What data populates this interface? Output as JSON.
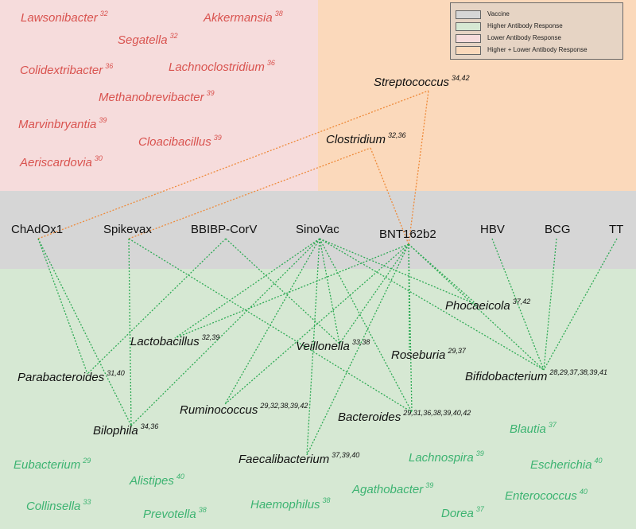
{
  "colors": {
    "vaccine": "#d6d6d6",
    "higher": "#d6e8d3",
    "lower": "#f6dcdc",
    "both": "#fbd9bb",
    "higher_text": "#3cb371",
    "lower_text": "#d9534f",
    "higher_line": "#2eaa55",
    "both_line": "#ee8a3a"
  },
  "legend": {
    "vaccine": "Vaccine",
    "higher": "Higher Antibody Response",
    "lower": "Lower Antibody Response",
    "both": "Higher + Lower Antibody Response"
  },
  "vaccines": {
    "chadox1": "ChAdOx1",
    "spikevax": "Spikevax",
    "bbibp": "BBIBP-CorV",
    "sinovac": "SinoVac",
    "bnt": "BNT162b2",
    "hbv": "HBV",
    "bcg": "BCG",
    "tt": "TT"
  },
  "lower_only": {
    "lawsonibacter": {
      "name": "Lawsonibacter",
      "refs": "32"
    },
    "akkermansia": {
      "name": "Akkermansia",
      "refs": "38"
    },
    "segatella": {
      "name": "Segatella",
      "refs": "32"
    },
    "colidextribacter": {
      "name": "Colidextribacter",
      "refs": "36"
    },
    "lachnoclostridium": {
      "name": "Lachnoclostridium",
      "refs": "36"
    },
    "methanobrevibacter": {
      "name": "Methanobrevibacter",
      "refs": "39"
    },
    "marvinbryantia": {
      "name": "Marvinbryantia",
      "refs": "39"
    },
    "cloacibacillus": {
      "name": "Cloacibacillus",
      "refs": "39"
    },
    "aeriscardovia": {
      "name": "Aeriscardovia",
      "refs": "30"
    }
  },
  "both": {
    "streptococcus": {
      "name": "Streptococcus",
      "refs": "34,42"
    },
    "clostridium": {
      "name": "Clostridium",
      "refs": "32,36"
    }
  },
  "higher_linked": {
    "phocaeicola": {
      "name": "Phocaeicola",
      "refs": "37,42"
    },
    "lactobacillus": {
      "name": "Lactobacillus",
      "refs": "32,39"
    },
    "veillonella": {
      "name": "Veillonella",
      "refs": "33,38"
    },
    "roseburia": {
      "name": "Roseburia",
      "refs": "29,37"
    },
    "parabacteroides": {
      "name": "Parabacteroides",
      "refs": "31,40"
    },
    "bifidobacterium": {
      "name": "Bifidobacterium",
      "refs": "28,29,37,38,39,41"
    },
    "ruminococcus": {
      "name": "Ruminococcus",
      "refs": "29,32,38,39,42"
    },
    "bacteroides": {
      "name": "Bacteroides",
      "refs": "29,31,36,38,39,40,42"
    },
    "bilophila": {
      "name": "Bilophila",
      "refs": "34,36"
    },
    "faecalibacterium": {
      "name": "Faecalibacterium",
      "refs": "37,39,40"
    }
  },
  "higher_only": {
    "blautia": {
      "name": "Blautia",
      "refs": "37"
    },
    "eubacterium": {
      "name": "Eubacterium",
      "refs": "29"
    },
    "lachnospira": {
      "name": "Lachnospira",
      "refs": "39"
    },
    "escherichia": {
      "name": "Escherichia",
      "refs": "40"
    },
    "alistipes": {
      "name": "Alistipes",
      "refs": "40"
    },
    "agathobacter": {
      "name": "Agathobacter",
      "refs": "39"
    },
    "collinsella": {
      "name": "Collinsella",
      "refs": "33"
    },
    "haemophilus": {
      "name": "Haemophilus",
      "refs": "38"
    },
    "enterococcus": {
      "name": "Enterococcus",
      "refs": "40"
    },
    "prevotella": {
      "name": "Prevotella",
      "refs": "38"
    },
    "dorea": {
      "name": "Dorea",
      "refs": "37"
    }
  },
  "links_both": [
    [
      "chadox1",
      "streptococcus"
    ],
    [
      "bnt",
      "streptococcus"
    ],
    [
      "spikevax",
      "clostridium"
    ],
    [
      "bnt",
      "clostridium"
    ]
  ],
  "links_higher": [
    [
      "chadox1",
      "parabacteroides"
    ],
    [
      "chadox1",
      "bilophila"
    ],
    [
      "spikevax",
      "bilophila"
    ],
    [
      "spikevax",
      "bacteroides"
    ],
    [
      "bbibp",
      "parabacteroides"
    ],
    [
      "bbibp",
      "veillonella"
    ],
    [
      "sinovac",
      "lactobacillus"
    ],
    [
      "sinovac",
      "veillonella"
    ],
    [
      "sinovac",
      "ruminococcus"
    ],
    [
      "sinovac",
      "bilophila"
    ],
    [
      "sinovac",
      "faecalibacterium"
    ],
    [
      "sinovac",
      "bacteroides"
    ],
    [
      "sinovac",
      "bifidobacterium"
    ],
    [
      "sinovac",
      "phocaeicola"
    ],
    [
      "bnt",
      "lactobacillus"
    ],
    [
      "bnt",
      "veillonella"
    ],
    [
      "bnt",
      "ruminococcus"
    ],
    [
      "bnt",
      "faecalibacterium"
    ],
    [
      "bnt",
      "bacteroides"
    ],
    [
      "bnt",
      "roseburia"
    ],
    [
      "bnt",
      "phocaeicola"
    ],
    [
      "bnt",
      "bifidobacterium"
    ],
    [
      "hbv",
      "bifidobacterium"
    ],
    [
      "bcg",
      "bifidobacterium"
    ],
    [
      "tt",
      "bifidobacterium"
    ]
  ]
}
